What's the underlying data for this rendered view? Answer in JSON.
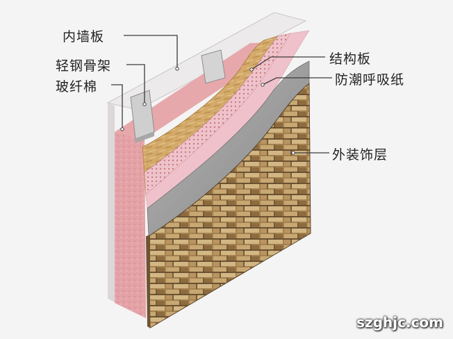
{
  "labels": {
    "inner_board": "内墙板",
    "light_steel_frame": "轻钢骨架",
    "glass_wool": "玻纤棉",
    "structural_board": "结构板",
    "breathable_membrane": "防潮呼吸纸",
    "exterior_finish": "外装饰层"
  },
  "watermark": "szghjc.com",
  "colors": {
    "background": "#f4f4f4",
    "inner_board": "#ece9ea",
    "glass_wool": "#e3a1a5",
    "osb_board": "#d2a868",
    "membrane": "#efc2cd",
    "cement_board": "#9c9c9c",
    "stone": "#a8875a",
    "steel": "#c8c8c8",
    "leader_line": "#333333"
  }
}
